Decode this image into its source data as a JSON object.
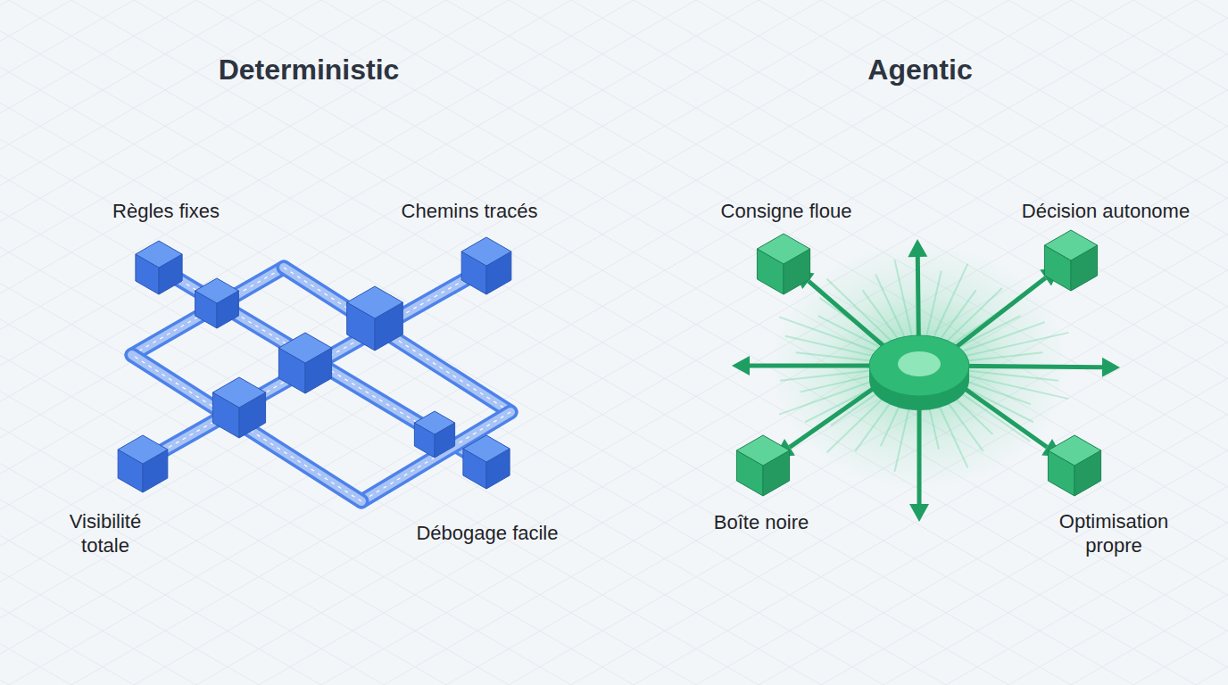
{
  "diagram": {
    "labels": [
      "Deterministic",
      "Agentic",
      "Règles fixes",
      "Chemins tracés",
      "Visibilité totale",
      "Débogage facile",
      "Consigne floue",
      "Décision autonome",
      "Boîte noire",
      "Optimisation propre"
    ]
  }
}
